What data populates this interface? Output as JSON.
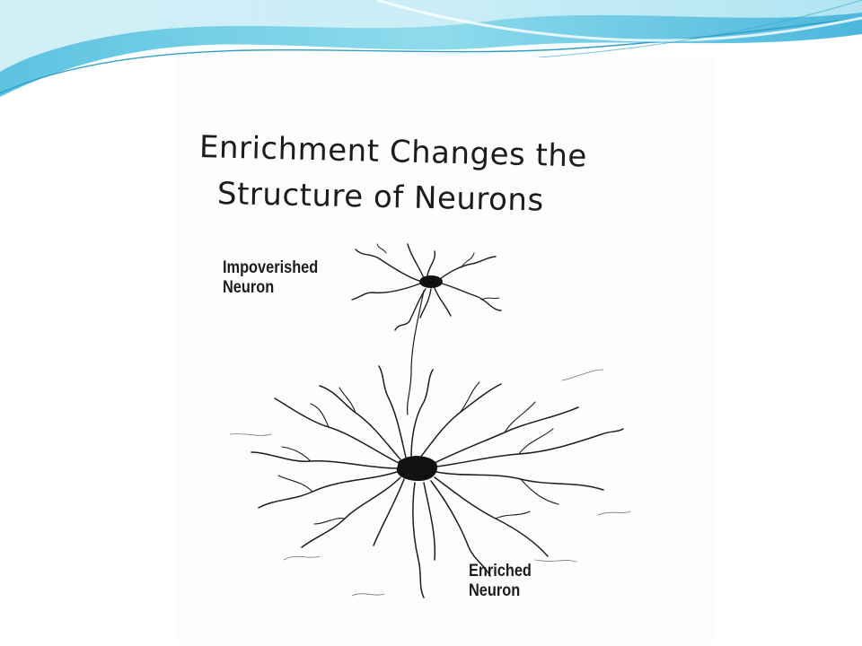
{
  "slide": {
    "title_line_1": "Enrichment Changes the",
    "title_line_2": "Structure of Neurons",
    "labels": {
      "impoverished_line_1": "Impoverished",
      "impoverished_line_2": "Neuron",
      "enriched_line_1": "Enriched",
      "enriched_line_2": "Neuron"
    }
  },
  "colors": {
    "wave_light": "#cdeef6",
    "wave_mid": "#7fd3e8",
    "wave_dark": "#3aa9cf",
    "ink": "#1c1c1c"
  }
}
